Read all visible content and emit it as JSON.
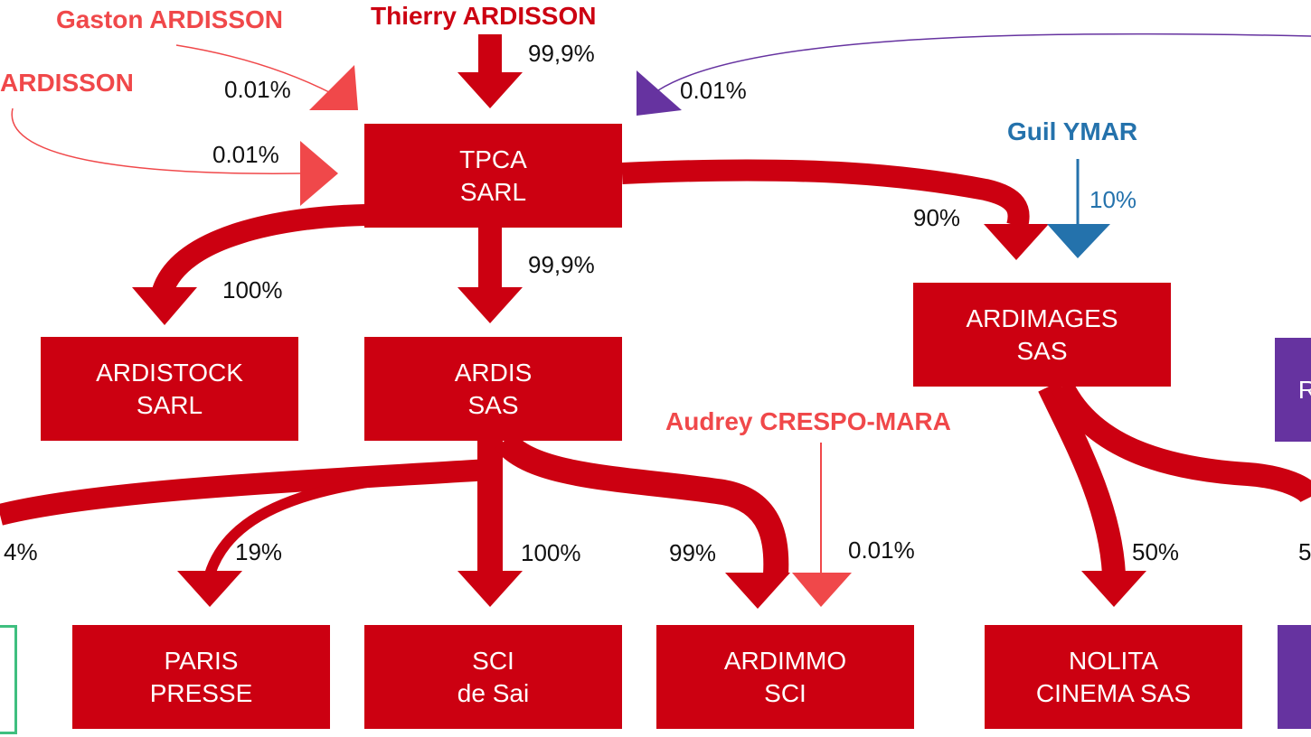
{
  "colors": {
    "main": "#cc0011",
    "light_red": "#f0484a",
    "blue": "#2472ac",
    "purple": "#6633a0",
    "green": "#3fbf7f"
  },
  "people": {
    "thierry": "Thierry ARDISSON",
    "gaston": "Gaston ARDISSON",
    "ardisson_left": "ARDISSON",
    "guil": "Guil YMAR",
    "audrey": "Audrey CRESPO-MARA"
  },
  "entities": {
    "tpca": {
      "line1": "TPCA",
      "line2": "SARL"
    },
    "ardistock": {
      "line1": "ARDISTOCK",
      "line2": "SARL"
    },
    "ardis": {
      "line1": "ARDIS",
      "line2": "SAS"
    },
    "ardimages": {
      "line1": "ARDIMAGES",
      "line2": "SAS"
    },
    "paris_presse": {
      "line1": "PARIS",
      "line2": "PRESSE"
    },
    "sci_de_sai": {
      "line1": "SCI",
      "line2": "de Sai"
    },
    "ardimmo": {
      "line1": "ARDIMMO",
      "line2": "SCI"
    },
    "nolita": {
      "line1": "NOLITA",
      "line2": "CINEMA SAS"
    },
    "purple_right_partial": "R"
  },
  "percentages": {
    "thierry_tpca": "99,9%",
    "gaston_tpca": "0.01%",
    "ardisson_tpca": "0.01%",
    "purple_tpca": "0.01%",
    "tpca_ardimages": "90%",
    "guil_ardimages": "10%",
    "tpca_ardistock": "100%",
    "tpca_ardis": "99,9%",
    "ardis_left": "4%",
    "ardis_paris_presse": "19%",
    "ardis_sci": "100%",
    "ardis_ardimmo": "99%",
    "audrey_ardimmo": "0.01%",
    "ardimages_nolita": "50%",
    "ardimages_right": "5"
  }
}
